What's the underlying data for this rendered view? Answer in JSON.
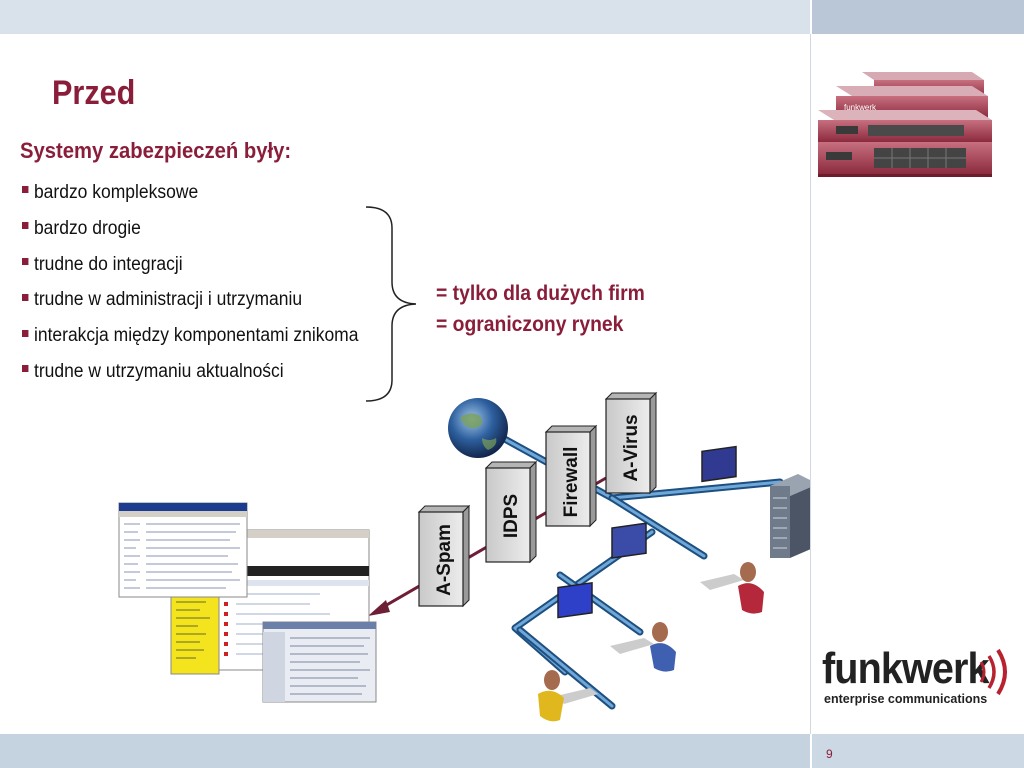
{
  "slide": {
    "title": "Przed",
    "subtitle": "Systemy zabezpieczeń były:",
    "bullets": [
      "bardzo kompleksowe",
      "bardzo drogie",
      "trudne do integracji",
      "trudne w administracji i utrzymaniu",
      "interakcja między komponentami znikoma",
      "trudne w utrzymaniu aktualności"
    ],
    "result_lines": [
      "= tylko dla dużych firm",
      "= ograniczony rynek"
    ],
    "page_number": "9"
  },
  "diagram": {
    "boxes": [
      "A-Spam",
      "IDPS",
      "Firewall",
      "A-Virus"
    ]
  },
  "logo": {
    "word": "funkwerk",
    "tagline": "enterprise communications"
  },
  "colors": {
    "accent": "#8a1e3a",
    "network_pipe": "#2f6ea6",
    "header_bar": "#d9e1ea",
    "footer_bar": "#c5d3e1"
  },
  "icons": [
    "globe-icon",
    "server-icon",
    "workstation-icon",
    "software-window-icon",
    "appliance-photo"
  ]
}
